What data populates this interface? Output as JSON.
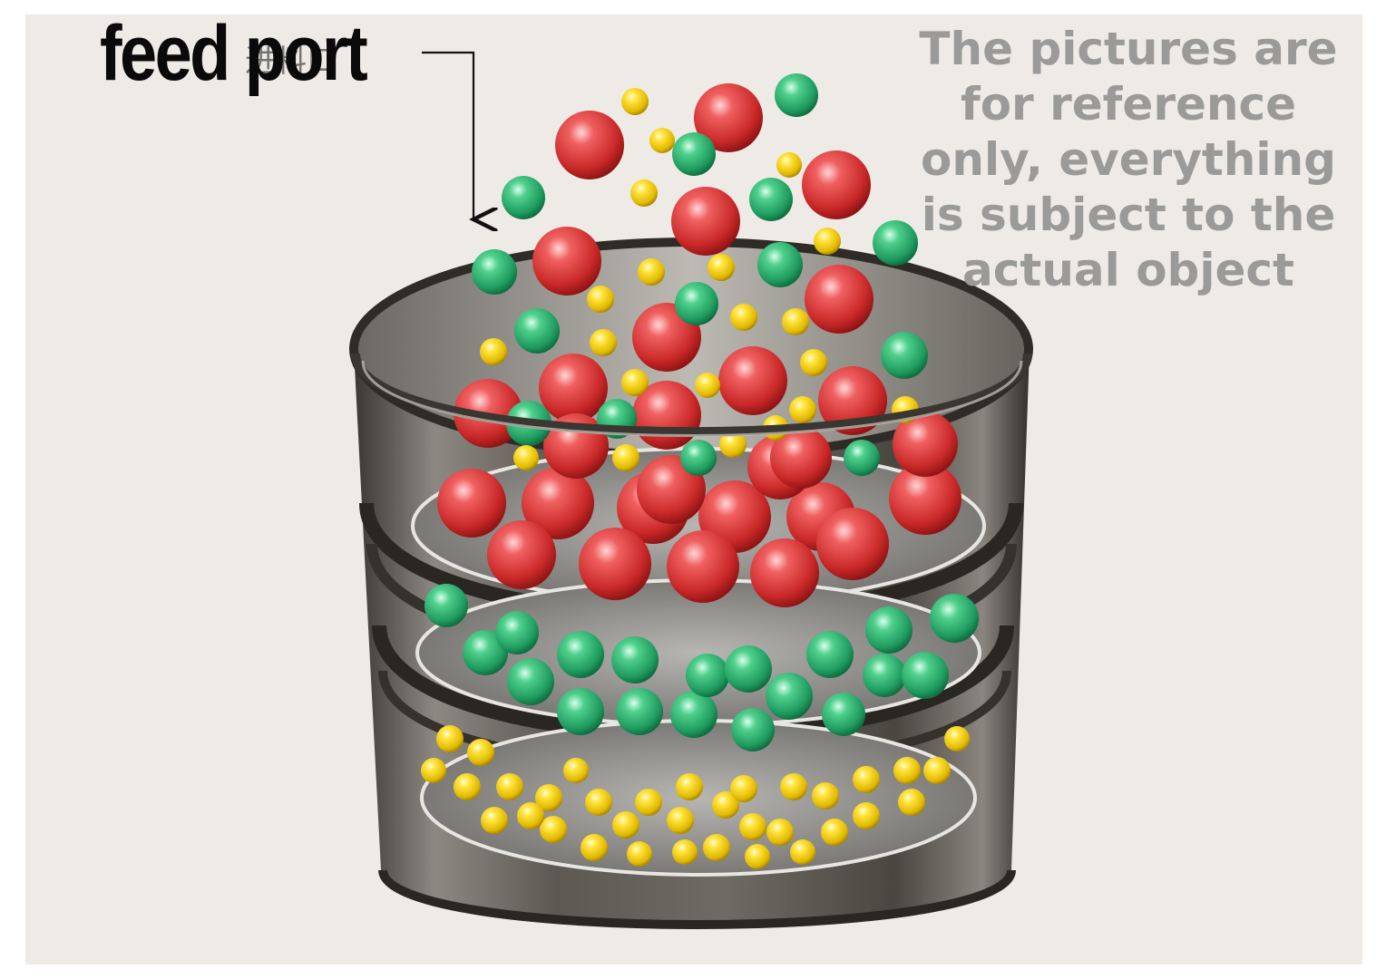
{
  "labels": {
    "feed_port": "feed port",
    "feed_port_original": "进料口",
    "disclaimer_lines": [
      "The pictures are",
      "for reference",
      "only, everything",
      "is subject to the",
      "actual object"
    ]
  },
  "diagram": {
    "subject": "stacked vibrating sieve separating balls by size",
    "layers": [
      {
        "name": "top-tray",
        "ball_color": "red",
        "ball_size": "large"
      },
      {
        "name": "middle-tray",
        "ball_color": "green",
        "ball_size": "medium"
      },
      {
        "name": "bottom-tray",
        "ball_color": "yellow",
        "ball_size": "small"
      }
    ],
    "colors": {
      "background": "#eeebe6",
      "red": "#d93a3a",
      "green": "#2fae72",
      "yellow": "#f2d21b",
      "steel": "#5a5550",
      "tray": "#8a8886"
    }
  }
}
